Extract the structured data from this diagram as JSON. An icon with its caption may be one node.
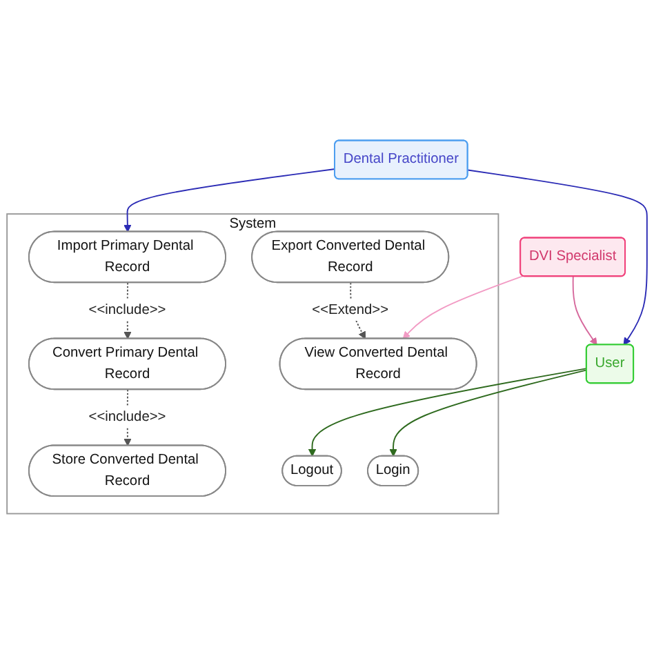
{
  "diagram": {
    "nodes": [
      {
        "text": [
          "System"
        ]
      },
      {
        "text": [
          "User"
        ]
      },
      {
        "text": [
          "Login"
        ],
        "in": 0
      },
      {
        "text": [
          "DVI Specialist"
        ]
      },
      {
        "text": [
          "Import Primary Dental Record"
        ],
        "in": 0
      },
      {
        "text": [
          "Convert Primary Dental Record"
        ],
        "in": 0
      },
      {
        "text": [
          "Store Converted Dental Record"
        ],
        "in": 0
      },
      {
        "text": [
          "Dental Practitioner"
        ]
      },
      {
        "text": [
          "View Converted Dental Record"
        ],
        "in": 0
      },
      {
        "text": [
          "Export Converted Dental Record"
        ],
        "in": 0
      },
      {
        "text": [
          "Logout"
        ],
        "in": 0
      }
    ],
    "edges": [
      {
        "from": 3,
        "to": 1,
        "arrow": "to",
        "color": "#d6689c"
      },
      {
        "from": 7,
        "to": 1,
        "arrow": "to",
        "color": "#2b2bb5"
      },
      {
        "from": 1,
        "to": 2,
        "arrow": "to",
        "color": "#2e6a1e"
      },
      {
        "from": 7,
        "to": 4,
        "arrow": "to",
        "color": "#2b2bb5"
      },
      {
        "from": 4,
        "to": 5,
        "arrow": "to",
        "style": "dashed",
        "label": "<<include>>"
      },
      {
        "from": 5,
        "to": 6,
        "arrow": "to",
        "style": "dashed",
        "label": "<<include>>"
      },
      {
        "from": 3,
        "to": 8,
        "arrow": "to",
        "color": "#f29bc4"
      },
      {
        "from": 9,
        "to": 8,
        "arrow": "to",
        "style": "dashed",
        "label": "<<Extend>>"
      },
      {
        "from": 1,
        "to": 10,
        "arrow": "to",
        "color": "#2e6a1e"
      }
    ]
  }
}
